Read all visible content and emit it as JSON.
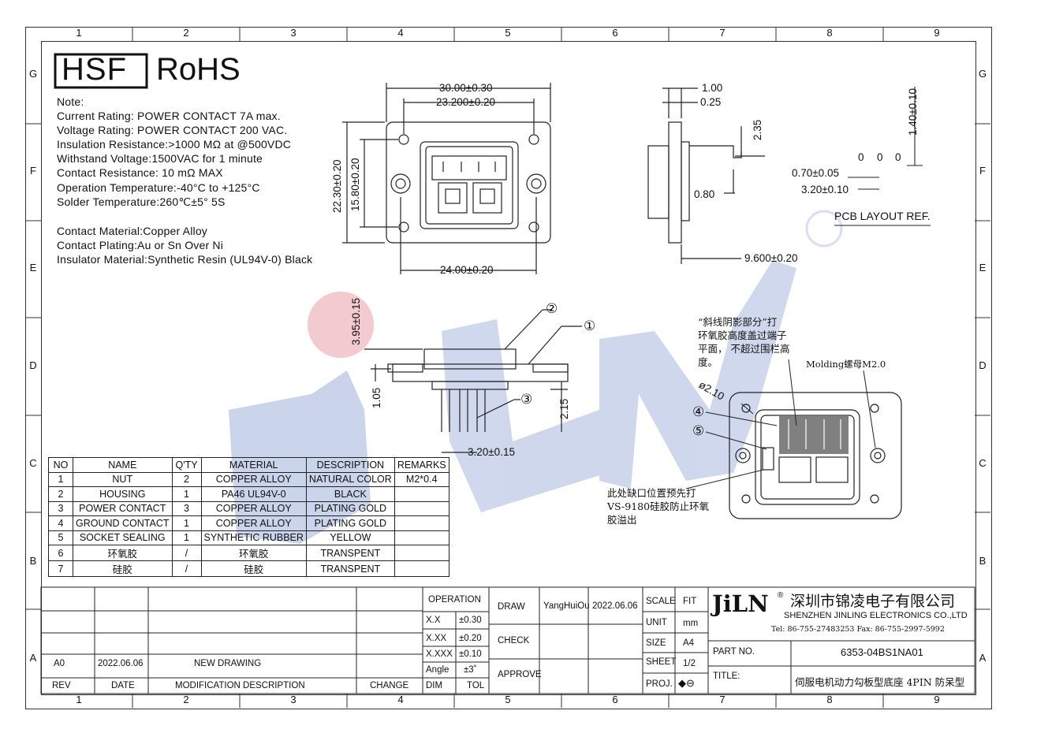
{
  "logo": {
    "hsf": "HSF",
    "rohs": "RoHS"
  },
  "zones": {
    "cols": [
      "1",
      "2",
      "3",
      "4",
      "5",
      "6",
      "7",
      "8",
      "9"
    ],
    "rows": [
      "G",
      "F",
      "E",
      "D",
      "C",
      "B",
      "A"
    ]
  },
  "notes": [
    "Note:",
    "Current Rating: POWER CONTACT 7A max.",
    "Voltage Rating: POWER CONTACT 200 VAC.",
    "Insulation Resistance:>1000 MΩ at @500VDC",
    "Withstand Voltage:1500VAC for 1 minute",
    "Contact Resistance: 10 mΩ MAX",
    "Operation Temperature:-40°C to +125°C",
    "Solder Temperature:260℃±5°  5S",
    "Contact Material:Copper Alloy",
    "Contact Plating:Au or Sn Over Ni",
    "Insulator Material:Synthetic Resin (UL94V-0) Black"
  ],
  "dims": {
    "d1": "30.00±0.30",
    "d2": "23.200±0.20",
    "d3": "22.30±0.20",
    "d4": "15.80±0.20",
    "d5": "24.00±0.20",
    "d6": "1.00",
    "d7": "0.25",
    "d8": "2.35",
    "d9": "0.80",
    "d10": "9.600±0.20",
    "d11": "1.40±0.10",
    "d12": "0.70±0.05",
    "d13": "3.20±0.10",
    "d14": "3.95±0.15",
    "d15": "1.05",
    "d16": "2.15",
    "d17": "3.20±0.15",
    "d18": "ø2.10",
    "d19": "0",
    "d20": "0",
    "d21": "0"
  },
  "pcb_layout_label": "PCB LAYOUT REF.",
  "callouts": [
    "②",
    "①",
    "③",
    "④",
    "⑤"
  ],
  "notes_cn": {
    "hatch": [
      "“斜线阴影部分”打",
      "环氧胶高度盖过端子",
      "平面， 不超过围栏高",
      "度。"
    ],
    "molding": "Molding螺母M2.0",
    "notch": [
      "此处缺口位置预先打",
      "VS-9180硅胶防止环氧",
      "胶溢出"
    ]
  },
  "bom": {
    "headers": [
      "NO",
      "NAME",
      "Q'TY",
      "MATERIAL",
      "DESCRIPTION",
      "REMARKS"
    ],
    "rows": [
      [
        "1",
        "NUT",
        "2",
        "COPPER ALLOY",
        "NATURAL COLOR",
        "M2*0.4"
      ],
      [
        "2",
        "HOUSING",
        "1",
        "PA46  UL94V-0",
        "BLACK",
        ""
      ],
      [
        "3",
        "POWER CONTACT",
        "3",
        "COPPER ALLOY",
        "PLATING GOLD",
        ""
      ],
      [
        "4",
        "GROUND CONTACT",
        "1",
        "COPPER ALLOY",
        "PLATING GOLD",
        ""
      ],
      [
        "5",
        "SOCKET SEALING",
        "1",
        "SYNTHETIC RUBBER",
        "YELLOW",
        ""
      ],
      [
        "6",
        "环氧胶",
        "/",
        "环氧胶",
        "TRANSPENT",
        ""
      ],
      [
        "7",
        "硅胶",
        "/",
        "硅胶",
        "TRANSPENT",
        ""
      ]
    ]
  },
  "titleblock": {
    "rev": "A0",
    "rev_date": "2022.06.06",
    "rev_desc": "NEW DRAWING",
    "h_rev": "REV",
    "h_date": "DATE",
    "h_mod": "MODIFICATION DESCRIPTION",
    "h_change": "CHANGE",
    "operation": "OPERATION",
    "tol_rows": [
      [
        "X.X",
        "±0.30"
      ],
      [
        "X.XX",
        "±0.20"
      ],
      [
        "X.XXX",
        "±0.10"
      ],
      [
        "Angle",
        "±3˚"
      ],
      [
        "DIM",
        "TOL"
      ]
    ],
    "draw": "DRAW",
    "check": "CHECK",
    "approve": "APPROVE",
    "drawer": "YangHuiOu",
    "draw_date": "2022.06.06",
    "scale": "SCALE",
    "scale_val": "FIT",
    "unit": "UNIT",
    "unit_val": "mm",
    "size": "SIZE",
    "size_val": "A4",
    "sheet": "SHEET",
    "sheet_val": "1/2",
    "proj": "PROJ.",
    "company_logo": "JiLN",
    "company_cn": "深圳市锦凌电子有限公司",
    "company_en": "SHENZHEN JINLING ELECTRONICS CO.,LTD",
    "contact": "Tel: 86-755-27483253  Fax: 86-755-2997-5992",
    "part_no_label": "PART NO.",
    "part_no": "6353-04BS1NA01",
    "title_label": "TITLE:",
    "title": "伺服电机动力勾板型底座 4PIN 防呆型"
  }
}
